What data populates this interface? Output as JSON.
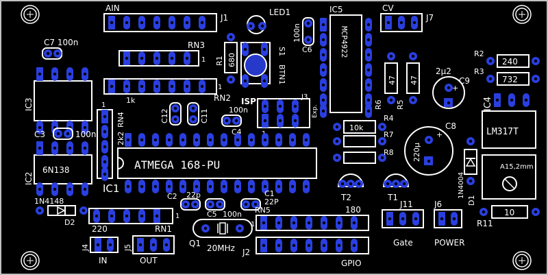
{
  "board": {
    "background": "#000000",
    "pad_color": "#2a3fe0",
    "silkscreen_color": "#ffffff"
  },
  "labels": {
    "ain": "AIN",
    "j1": "J1",
    "led1": "LED1",
    "ic5": "IC5",
    "mcp": "MCP4922",
    "cv": "CV",
    "j7": "J7",
    "c7": "C7 100n",
    "rn3": "RN3",
    "r1": "R1",
    "r1_val": "680",
    "s1": "S1",
    "btn1": "BTN1",
    "c6": "C6",
    "c6_val": "100n",
    "r2": "R2",
    "r2_val": "240",
    "r3": "R3",
    "r3_val": "732",
    "c9": "C9",
    "c9_val": "2µ2",
    "ic3": "IC3",
    "ic4": "IC4",
    "rn2": "RN2",
    "rn2_val": "1k",
    "isp": "ISP",
    "j3": "J3",
    "exp": "Exp.",
    "r6": "R6",
    "r6_val": "47",
    "r5": "R5",
    "r5_val": "47",
    "rn4": "RN4",
    "rn4_val": "2k2",
    "c12": "C12",
    "c11": "C11",
    "c4": "C4",
    "c4_val": "100n",
    "r4": "R4",
    "r4_val": "10k",
    "c8": "C8",
    "c8_val": "220µ",
    "lm317": "LM317T",
    "c3": "C3",
    "c3_val": "100n",
    "r7": "R7",
    "r8": "R8",
    "ic2": "IC2",
    "ic2_val": "6N138",
    "atmega": "ATMEGA 168-PU",
    "heatsink": "A15,2mm",
    "ic1": "IC1",
    "t2": "T2",
    "t1": "T1",
    "d1": "D1",
    "d1_val": "1N4004",
    "d2": "D2",
    "d2_val": "1N4148",
    "c2": "C2",
    "c2_val": "22p",
    "c1": "C1",
    "c1_val": "22P",
    "c5": "C5",
    "c5_val": "100n",
    "rn5": "RN5",
    "rn5_val": "180",
    "j11": "J11",
    "j6": "J6",
    "r11": "R11",
    "r11_val": "10",
    "rn1": "RN1",
    "rn1_val": "220",
    "q1": "Q1",
    "q1_val": "20MHz",
    "j2": "J2",
    "gpio": "GPIO",
    "j4": "J4",
    "j5": "J5",
    "in": "IN",
    "out": "OUT",
    "gate": "Gate",
    "power": "POWER",
    "pin1": "1"
  }
}
